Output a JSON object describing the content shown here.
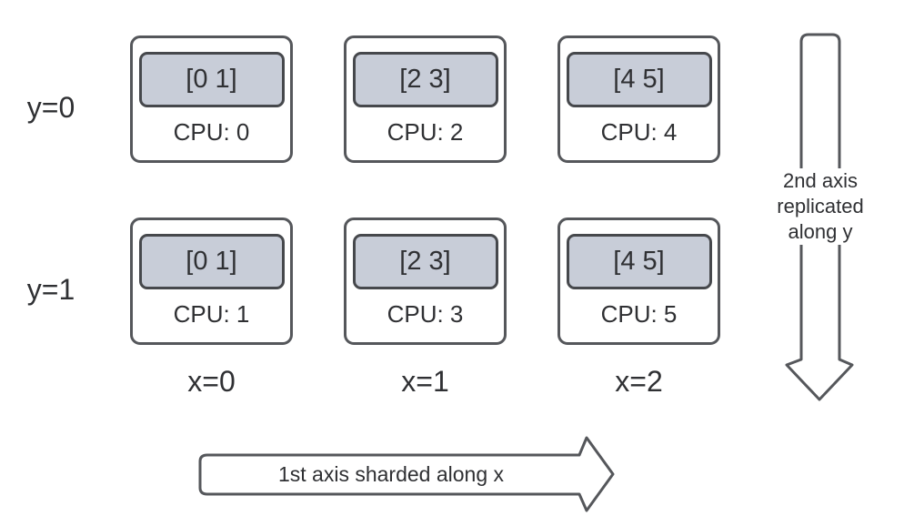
{
  "diagram": {
    "rows": [
      {
        "label": "y=0",
        "cells": [
          {
            "shard": "[0 1]",
            "cpu": "CPU: 0"
          },
          {
            "shard": "[2 3]",
            "cpu": "CPU: 2"
          },
          {
            "shard": "[4 5]",
            "cpu": "CPU: 4"
          }
        ]
      },
      {
        "label": "y=1",
        "cells": [
          {
            "shard": "[0 1]",
            "cpu": "CPU: 1"
          },
          {
            "shard": "[2 3]",
            "cpu": "CPU: 3"
          },
          {
            "shard": "[4 5]",
            "cpu": "CPU: 5"
          }
        ]
      }
    ],
    "col_labels": [
      "x=0",
      "x=1",
      "x=2"
    ],
    "x_axis_arrow": {
      "label": "1st axis sharded along x",
      "direction": "right"
    },
    "y_axis_arrow": {
      "label_lines": [
        "2nd axis",
        "replicated",
        "along y"
      ],
      "direction": "down"
    },
    "colors": {
      "outline": "#55575b",
      "shard_outline": "#46484c",
      "shard_fill": "#c8cdd8",
      "text": "#2f3033"
    }
  }
}
